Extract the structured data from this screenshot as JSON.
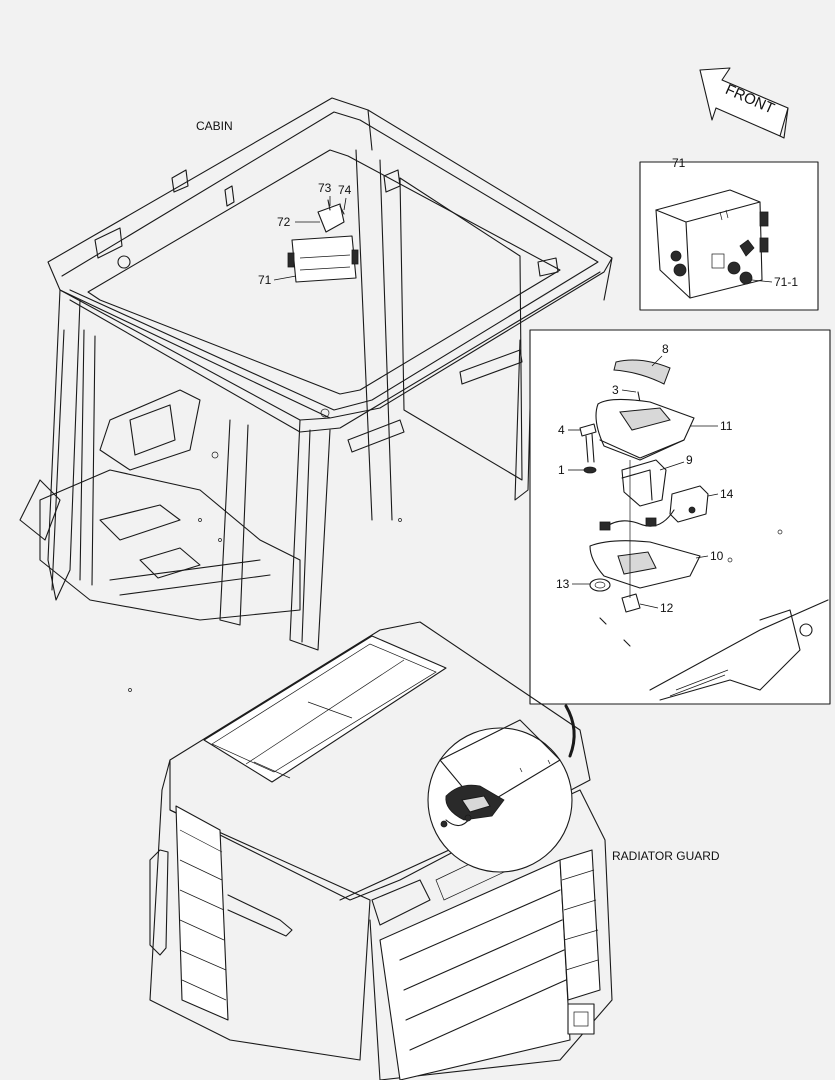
{
  "labels": {
    "cabin": "CABIN",
    "front": "FRONT",
    "radiator_guard": "RADIATOR GUARD"
  },
  "parts": {
    "p73": "73",
    "p74": "74",
    "p72": "72",
    "p71": "71",
    "inset71_title": "71",
    "p71_1": "71-1",
    "p8": "8",
    "p3": "3",
    "p4": "4",
    "p11": "11",
    "p1": "1",
    "p9": "9",
    "p14": "14",
    "p10": "10",
    "p13": "13",
    "p12": "12"
  }
}
